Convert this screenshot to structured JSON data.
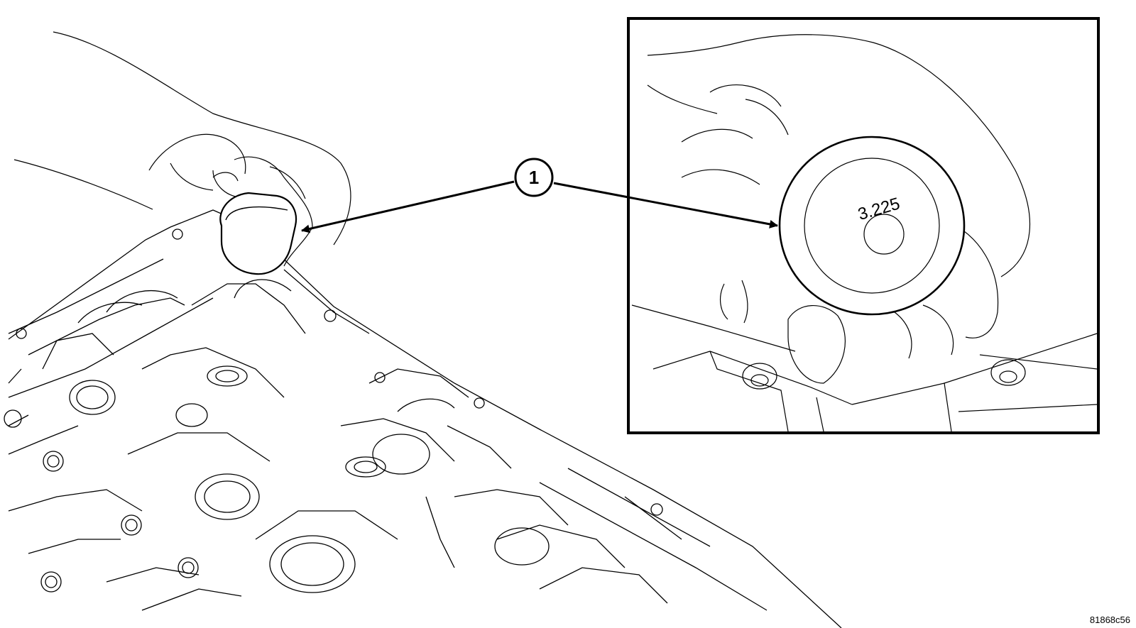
{
  "callout": {
    "number": "1"
  },
  "inset": {
    "lifter_marking": "3.225"
  },
  "figure_code": "81868c56",
  "colors": {
    "line": "#000000",
    "background": "#ffffff"
  }
}
